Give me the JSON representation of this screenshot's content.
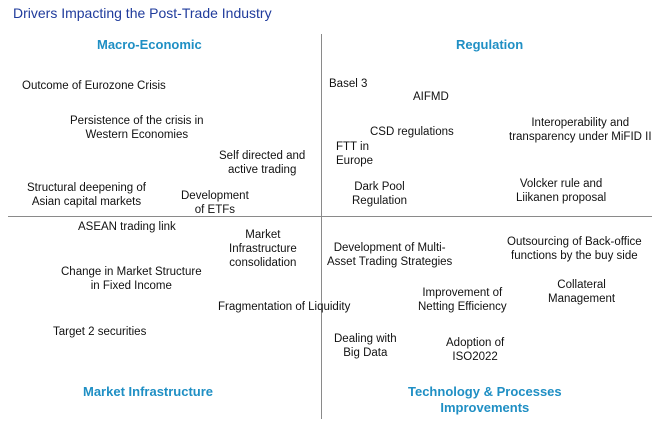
{
  "title": "Drivers Impacting the Post-Trade Industry",
  "quadrants": {
    "top_left": "Macro-Economic",
    "top_right": "Regulation",
    "bottom_left": "Market Infrastructure",
    "bottom_right_line1": "Technology & Processes",
    "bottom_right_line2": "Improvements"
  },
  "items": {
    "eurozone": "Outcome of Eurozone Crisis",
    "persistence_1": "Persistence of the crisis  in",
    "persistence_2": "Western Economies",
    "self_directed_1": "Self directed and",
    "self_directed_2": "active trading",
    "structural_1": "Structural deepening of",
    "structural_2": "Asian capital markets",
    "etfs_1": "Development",
    "etfs_2": "of ETFs",
    "basel": "Basel 3",
    "aifmd": "AIFMD",
    "interop_1": "Interoperability and",
    "interop_2": "transparency under MiFID II",
    "csd": "CSD regulations",
    "ftt_1": "FTT in",
    "ftt_2": "Europe",
    "darkpool_1": "Dark Pool",
    "darkpool_2": "Regulation",
    "volcker_1": "Volcker rule and",
    "volcker_2": "Liikanen proposal",
    "asean": "ASEAN trading link",
    "mi_consolidation_1": "Market",
    "mi_consolidation_2": "Infrastructure",
    "mi_consolidation_3": "consolidation",
    "fixed_income_1": "Change in Market Structure",
    "fixed_income_2": "in Fixed Income",
    "fragmentation": "Fragmentation of Liquidity",
    "target2": "Target 2 securities",
    "multi_asset_1": "Development of Multi-",
    "multi_asset_2": "Asset Trading Strategies",
    "outsourcing_1": "Outsourcing of Back-office",
    "outsourcing_2": "functions by the buy side",
    "netting_1": "Improvement of",
    "netting_2": "Netting Efficiency",
    "collateral_1": "Collateral",
    "collateral_2": "Management",
    "big_data_1": "Dealing with",
    "big_data_2": "Big Data",
    "iso_1": "Adoption of",
    "iso_2": "ISO2022"
  }
}
